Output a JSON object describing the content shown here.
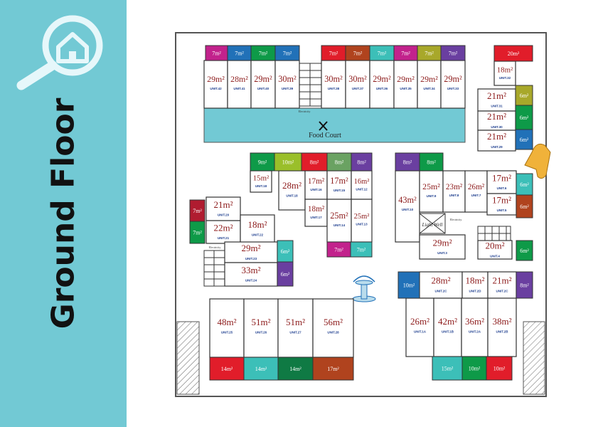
{
  "page": {
    "title": "Ground Floor"
  },
  "icons": {
    "logo": "home-search-icon",
    "food_court": "fork-knife-icon",
    "fountain": "fountain-icon",
    "pointer": "pointing-hand-icon"
  },
  "labels": {
    "food_court": "Food Court",
    "light_well": "Light Well",
    "electricity_1": "Electricity",
    "electricity_2": "Electricity",
    "electricity_3": "Electricity"
  },
  "colors": {
    "sidebar": "#72c9d4",
    "food_court": "#72c9d4",
    "magenta": "#c2228c",
    "green": "#0e9a48",
    "purple": "#6a3fa0",
    "red": "#e11d2a",
    "olive": "#a8a82a",
    "blue": "#2171b8",
    "teal": "#3cbfb8",
    "brown": "#b0431e",
    "dark_green": "#0f7a44",
    "sage": "#6aa262",
    "lime": "#9abf2a",
    "number_text": "#8c1a1a",
    "unit_text": "#1f3f8f"
  },
  "units": [
    {
      "id": "u1",
      "area": "29m²",
      "label": "UNIT.42"
    },
    {
      "id": "u2",
      "area": "28m²",
      "label": "UNIT.41"
    },
    {
      "id": "u3",
      "area": "29m²",
      "label": "UNIT.40"
    },
    {
      "id": "u4",
      "area": "30m²",
      "label": "UNIT.39"
    },
    {
      "id": "u5",
      "area": "30m²",
      "label": "UNIT.38"
    },
    {
      "id": "u6",
      "area": "30m²",
      "label": "UNIT.37"
    },
    {
      "id": "u7",
      "area": "29m²",
      "label": "UNIT.36"
    },
    {
      "id": "u8",
      "area": "29m²",
      "label": "UNIT.35"
    },
    {
      "id": "u9",
      "area": "29m²",
      "label": "UNIT.34"
    },
    {
      "id": "u10",
      "area": "29m²",
      "label": "UNIT.33"
    },
    {
      "id": "u11",
      "area": "18m²",
      "label": "UNIT.32"
    },
    {
      "id": "u12",
      "area": "21m²",
      "label": "UNIT.31"
    },
    {
      "id": "u13",
      "area": "21m²",
      "label": "UNIT.30"
    },
    {
      "id": "u14",
      "area": "21m²",
      "label": "UNIT.29"
    },
    {
      "id": "u15",
      "area": "15m²",
      "label": "UNIT.18"
    },
    {
      "id": "u16",
      "area": "28m²",
      "label": "UNIT.18"
    },
    {
      "id": "u17",
      "area": "17m²",
      "label": "UNIT.16"
    },
    {
      "id": "u18",
      "area": "17m²",
      "label": "UNIT.15"
    },
    {
      "id": "u19",
      "area": "16m²",
      "label": "UNIT.12"
    },
    {
      "id": "u20",
      "area": "18m²",
      "label": "UNIT.17"
    },
    {
      "id": "u21",
      "area": "25m²",
      "label": "UNIT.14"
    },
    {
      "id": "u22",
      "area": "25m²",
      "label": "UNIT.13"
    },
    {
      "id": "u23",
      "area": "43m²",
      "label": "UNIT.10"
    },
    {
      "id": "u24",
      "area": "25m²",
      "label": "UNIT.9"
    },
    {
      "id": "u25",
      "area": "23m²",
      "label": "UNIT.8"
    },
    {
      "id": "u26",
      "area": "26m²",
      "label": "UNIT.7"
    },
    {
      "id": "u27",
      "area": "17m²",
      "label": "UNIT.6"
    },
    {
      "id": "u28",
      "area": "17m²",
      "label": "UNIT.5"
    },
    {
      "id": "u29",
      "area": "29m²",
      "label": "UNIT.3"
    },
    {
      "id": "u30",
      "area": "20m²",
      "label": "UNIT.4"
    },
    {
      "id": "u31",
      "area": "21m²",
      "label": "UNIT.20"
    },
    {
      "id": "u32",
      "area": "22m²",
      "label": "UNIT.21"
    },
    {
      "id": "u33",
      "area": "18m²",
      "label": "UNIT.22"
    },
    {
      "id": "u34",
      "area": "29m²",
      "label": "UNIT.23"
    },
    {
      "id": "u35",
      "area": "33m²",
      "label": "UNIT.24"
    },
    {
      "id": "u36",
      "area": "48m²",
      "label": "UNIT.25"
    },
    {
      "id": "u37",
      "area": "51m²",
      "label": "UNIT.26"
    },
    {
      "id": "u38",
      "area": "51m²",
      "label": "UNIT.27"
    },
    {
      "id": "u39",
      "area": "56m²",
      "label": "UNIT.28"
    },
    {
      "id": "u40",
      "area": "28m²",
      "label": "UNIT.2C"
    },
    {
      "id": "u41",
      "area": "18m²",
      "label": "UNIT.2D"
    },
    {
      "id": "u42",
      "area": "21m²",
      "label": "UNIT.2C"
    },
    {
      "id": "u43",
      "area": "26m²",
      "label": "UNIT.1A"
    },
    {
      "id": "u44",
      "area": "42m²",
      "label": "UNIT.1B"
    },
    {
      "id": "u45",
      "area": "36m²",
      "label": "UNIT.2A"
    },
    {
      "id": "u46",
      "area": "38m²",
      "label": "UNIT.2B"
    }
  ],
  "kiosks": [
    {
      "id": "k1",
      "area": "7m²",
      "color": "#c2228c"
    },
    {
      "id": "k2",
      "area": "7m²",
      "color": "#2171b8"
    },
    {
      "id": "k3",
      "area": "7m²",
      "color": "#0e9a48"
    },
    {
      "id": "k4",
      "area": "7m²",
      "color": "#2171b8"
    },
    {
      "id": "k5",
      "area": "7m²",
      "color": "#e11d2a"
    },
    {
      "id": "k6",
      "area": "7m²",
      "color": "#b0431e"
    },
    {
      "id": "k7",
      "area": "7m²",
      "color": "#3cbfb8"
    },
    {
      "id": "k8",
      "area": "7m²",
      "color": "#c2228c"
    },
    {
      "id": "k9",
      "area": "7m²",
      "color": "#a8a82a"
    },
    {
      "id": "k10",
      "area": "7m²",
      "color": "#6a3fa0"
    },
    {
      "id": "k11",
      "area": "20m²",
      "color": "#e11d2a"
    },
    {
      "id": "k12",
      "area": "6m²",
      "color": "#a8a82a"
    },
    {
      "id": "k13",
      "area": "6m²",
      "color": "#0e9a48"
    },
    {
      "id": "k14",
      "area": "6m²",
      "color": "#2171b8"
    },
    {
      "id": "k15",
      "area": "9m²",
      "color": "#0e9a48"
    },
    {
      "id": "k16",
      "area": "10m²",
      "color": "#9abf2a"
    },
    {
      "id": "k17",
      "area": "8m²",
      "color": "#e11d2a"
    },
    {
      "id": "k18",
      "area": "8m²",
      "color": "#6aa262"
    },
    {
      "id": "k19",
      "area": "8m²",
      "color": "#6a3fa0"
    },
    {
      "id": "k20",
      "area": "8m²",
      "color": "#6a3fa0"
    },
    {
      "id": "k21",
      "area": "8m²",
      "color": "#0e9a48"
    },
    {
      "id": "k22",
      "area": "6m²",
      "color": "#3cbfb8"
    },
    {
      "id": "k23",
      "area": "6m²",
      "color": "#b0431e"
    },
    {
      "id": "k24",
      "area": "6m²",
      "color": "#0e9a48"
    },
    {
      "id": "k25",
      "area": "7m²",
      "color": "#b01c30"
    },
    {
      "id": "k26",
      "area": "7m²",
      "color": "#0e9a48"
    },
    {
      "id": "k27",
      "area": "6m²",
      "color": "#3cbfb8"
    },
    {
      "id": "k28",
      "area": "6m²",
      "color": "#6a3fa0"
    },
    {
      "id": "k29",
      "area": "7m²",
      "color": "#c2228c"
    },
    {
      "id": "k30",
      "area": "7m²",
      "color": "#3cbfb8"
    },
    {
      "id": "k31",
      "area": "14m²",
      "color": "#e11d2a"
    },
    {
      "id": "k32",
      "area": "14m²",
      "color": "#3cbfb8"
    },
    {
      "id": "k33",
      "area": "14m²",
      "color": "#0f7a44"
    },
    {
      "id": "k34",
      "area": "17m²",
      "color": "#b0431e"
    },
    {
      "id": "k35",
      "area": "10m²",
      "color": "#2171b8"
    },
    {
      "id": "k36",
      "area": "8m²",
      "color": "#6a3fa0"
    },
    {
      "id": "k37",
      "area": "15m²",
      "color": "#3cbfb8"
    },
    {
      "id": "k38",
      "area": "10m²",
      "color": "#0e9a48"
    },
    {
      "id": "k39",
      "area": "10m²",
      "color": "#e11d2a"
    }
  ]
}
